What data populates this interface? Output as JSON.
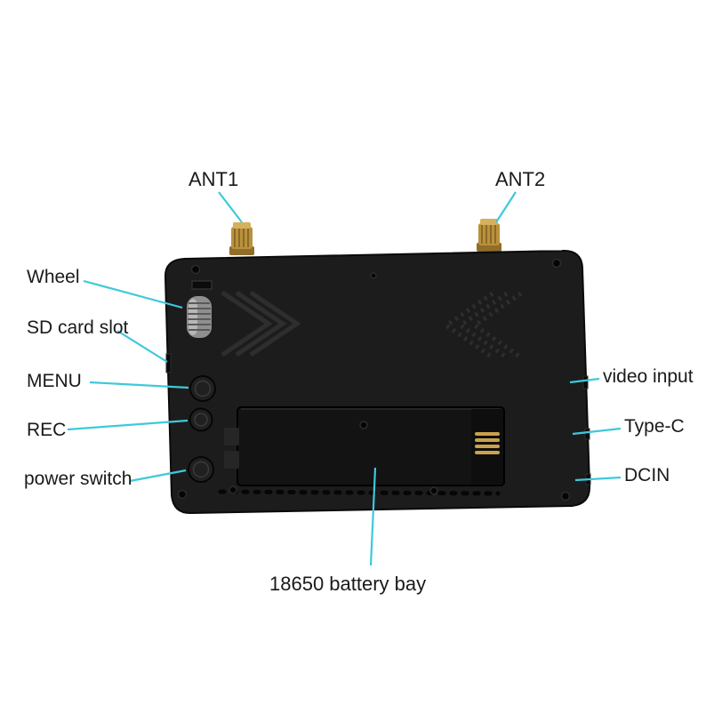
{
  "colors": {
    "background": "#ffffff",
    "label_text": "#1a1a1a",
    "leader_line": "#3ec9da",
    "device_body": "#1c1c1c",
    "antenna_gold": "#bb913c"
  },
  "labels": {
    "ant1": "ANT1",
    "ant2": "ANT2",
    "wheel": "Wheel",
    "sd_card_slot": "SD card slot",
    "menu": "MENU",
    "rec": "REC",
    "power_switch": "power switch",
    "video_input": "video input",
    "type_c": "Type-C",
    "dcin": "DCIN",
    "battery_bay": "18650 battery bay"
  }
}
